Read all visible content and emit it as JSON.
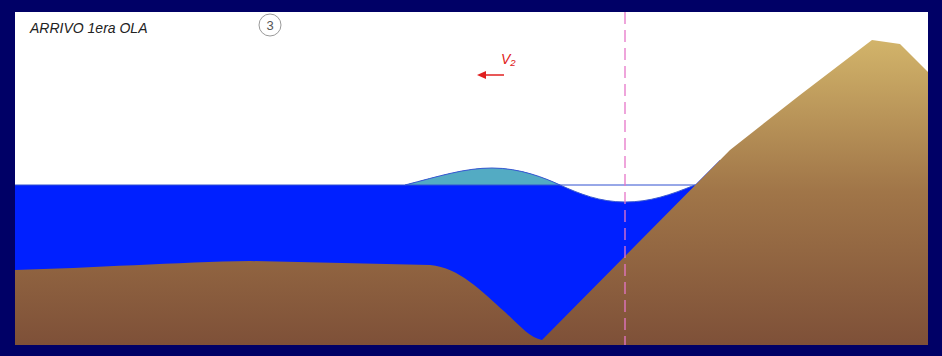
{
  "diagram": {
    "nodes": [
      {
        "text": [
          "3"
        ]
      }
    ],
    "labels": [
      "ARRIVO 1era OLA",
      "V₂"
    ]
  }
}
